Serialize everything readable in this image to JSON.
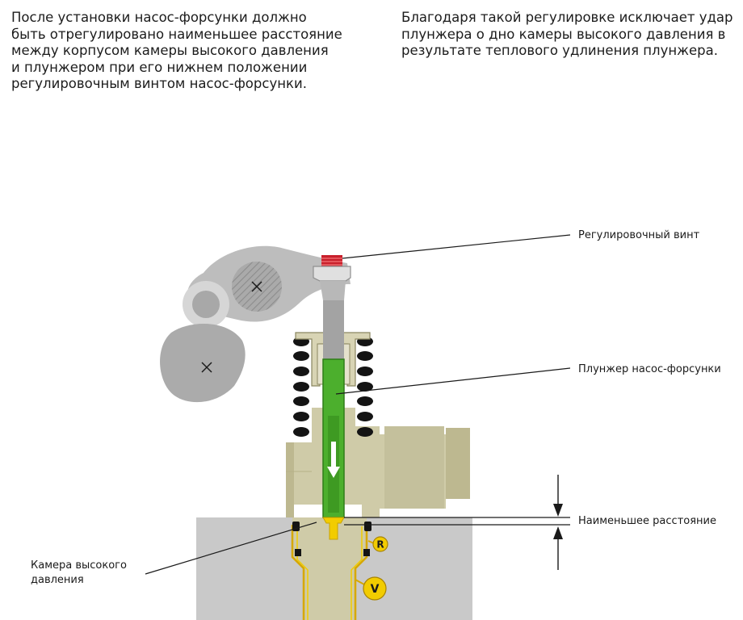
{
  "paragraphs": {
    "left": "После установки насос-форсунки должно\nбыть отрегулировано наименьшее расстояние\nмежду корпусом камеры высокого давления\nи плунжером при его нижнем положении\nрегулировочным винтом насос-форсунки.",
    "right": "Благодаря такой регулировке исключает удар\nплунжера о дно камеры высокого давления в\nрезультате теплового удлинения плунжера."
  },
  "labels": {
    "adjusting_screw": "Регулировочный винт",
    "plunger": "Плунжер насос-форсунки",
    "min_distance": "Наименьшее расстояние",
    "chamber_line1": "Камера высокого",
    "chamber_line2": "давления"
  },
  "markers": {
    "r": "R",
    "v": "V"
  },
  "colors": {
    "body_khaki": "#cfcba8",
    "khaki_shadow": "#bdb890",
    "plunger_green": "#4caf2d",
    "plunger_dark": "#2f7d18",
    "rocker_grey": "#bdbdbd",
    "cam_grey": "#ababab",
    "head_grey": "#c9c9c9",
    "screw_red": "#c8202c",
    "marker_yellow": "#f2cc00",
    "spring_black": "#141414"
  }
}
